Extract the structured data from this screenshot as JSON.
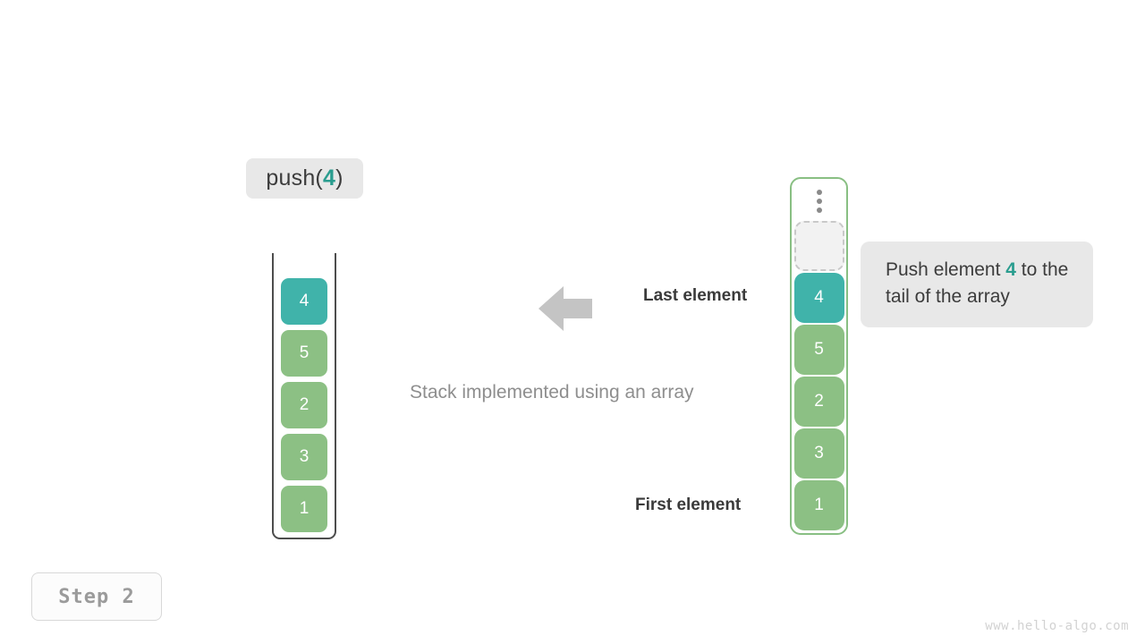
{
  "operation": {
    "prefix": "push(",
    "arg": "4",
    "suffix": ")"
  },
  "stack": {
    "title": "Stack implemented using an array",
    "cells": [
      {
        "value": "4",
        "highlight": true
      },
      {
        "value": "5",
        "highlight": false
      },
      {
        "value": "2",
        "highlight": false
      },
      {
        "value": "3",
        "highlight": false
      },
      {
        "value": "1",
        "highlight": false
      }
    ]
  },
  "array": {
    "ellipsis": "vertical-ellipsis",
    "empty_slot": "",
    "cells": [
      {
        "value": "4",
        "highlight": true
      },
      {
        "value": "5",
        "highlight": false
      },
      {
        "value": "2",
        "highlight": false
      },
      {
        "value": "3",
        "highlight": false
      },
      {
        "value": "1",
        "highlight": false
      }
    ]
  },
  "annotations": {
    "last_element": "Last element",
    "first_element": "First element",
    "arrow": "left-arrow-icon"
  },
  "tooltip": {
    "before": "Push element ",
    "arg": "4",
    "after": " to the tail of the array"
  },
  "footer": {
    "step": "Step 2",
    "watermark": "www.hello-algo.com"
  },
  "colors": {
    "highlight": "#40b3aa",
    "element": "#8cc084",
    "container_border": "#89bf83",
    "stack_border": "#4d4d4d",
    "chip_bg": "#e8e8e8",
    "arrow": "#c4c4c4"
  }
}
